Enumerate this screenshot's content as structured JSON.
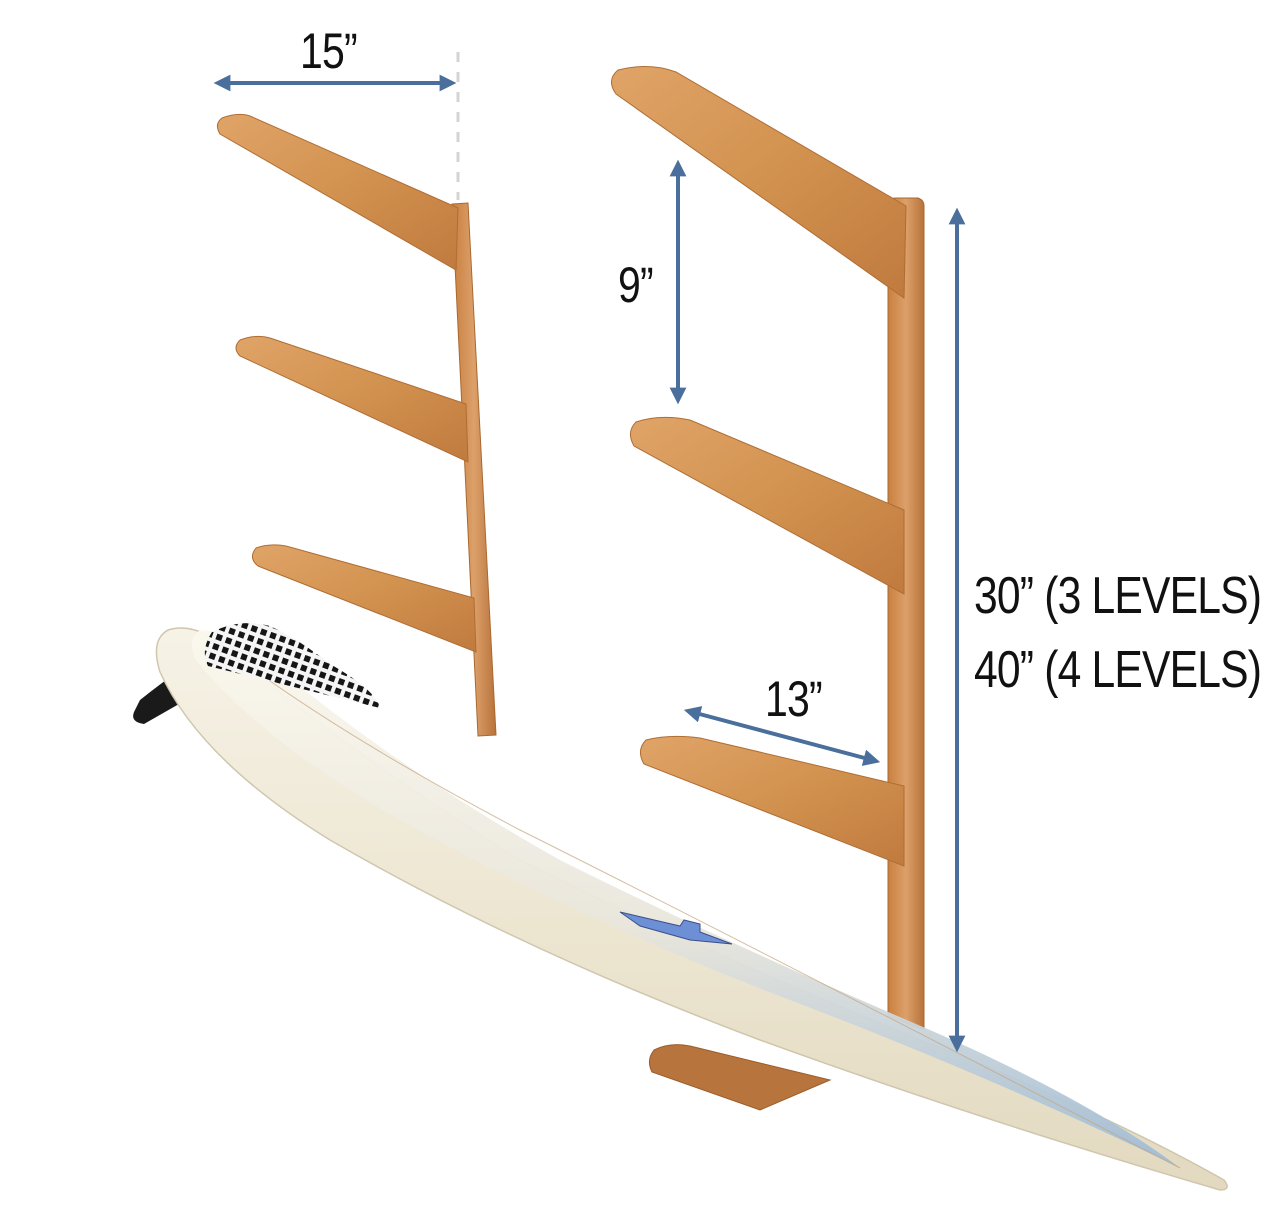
{
  "image": {
    "subject": "Wooden wall-mounted surfboard storage rack with a surfboard resting on the lowest arm",
    "background_color": "#ffffff"
  },
  "annotations": {
    "arm_length": {
      "label": "15”",
      "orientation": "horizontal"
    },
    "arm_spacing": {
      "label": "9”",
      "orientation": "vertical"
    },
    "arm_usable_length": {
      "label": "13”",
      "orientation": "diagonal"
    },
    "rack_height": {
      "lines": [
        "30” (3 LEVELS)",
        "40” (4 LEVELS)"
      ],
      "orientation": "vertical"
    }
  },
  "colors": {
    "arrow": "#4a6f9c",
    "wood_light": "#d99a5f",
    "wood_dark": "#b8743d",
    "wood_edge": "#c98548",
    "board_white": "#f3eee0",
    "board_blue": "#9fbcd6",
    "guide_dash": "#d4d4d4",
    "text": "#111111"
  }
}
